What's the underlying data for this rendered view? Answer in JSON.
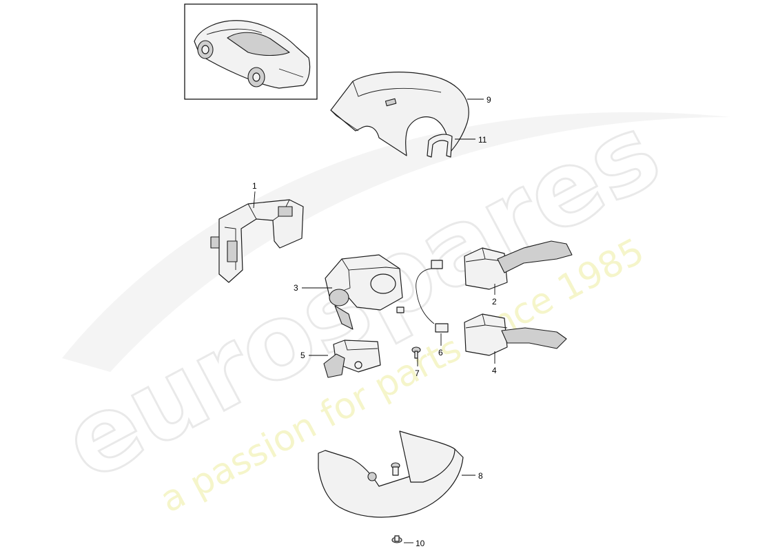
{
  "watermark": {
    "brand": "eurospares",
    "tagline": "a passion for parts since 1985"
  },
  "callouts": [
    {
      "id": "1",
      "label": "1"
    },
    {
      "id": "2",
      "label": "2"
    },
    {
      "id": "3",
      "label": "3"
    },
    {
      "id": "4",
      "label": "4"
    },
    {
      "id": "5",
      "label": "5"
    },
    {
      "id": "6",
      "label": "6"
    },
    {
      "id": "7",
      "label": "7"
    },
    {
      "id": "8",
      "label": "8"
    },
    {
      "id": "9",
      "label": "9"
    },
    {
      "id": "10",
      "label": "10"
    },
    {
      "id": "11",
      "label": "11"
    }
  ]
}
